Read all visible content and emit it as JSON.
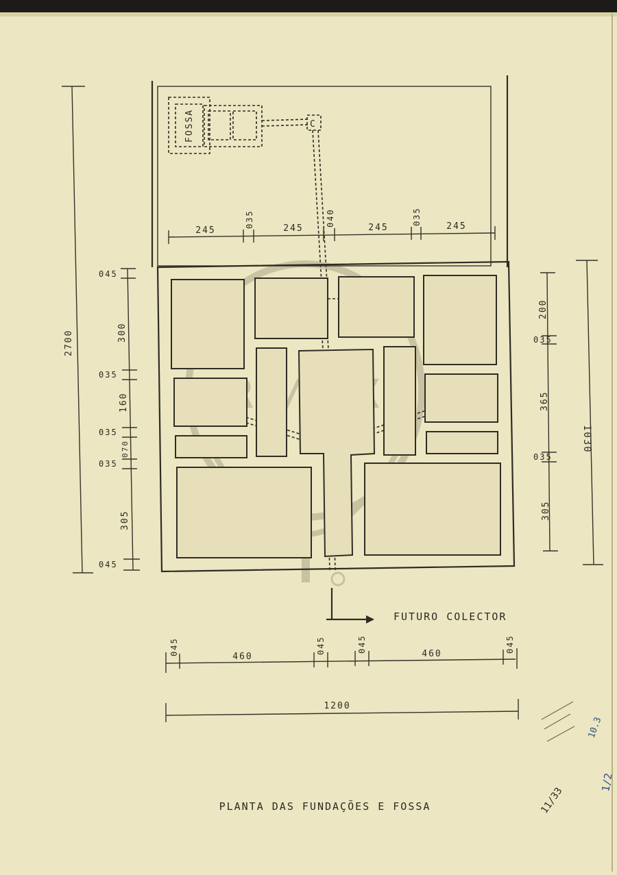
{
  "drawing": {
    "title": "PLANTA DAS FUNDAÇÕES E FOSSA",
    "fossa_label": "FOSSA",
    "collector_label": "FUTURO COLECTOR",
    "watermark_text": "RE/MAX",
    "manhole_mark": "C"
  },
  "dimensions": {
    "top_row": [
      "245",
      "035",
      "245",
      "040",
      "245",
      "035",
      "245"
    ],
    "total_height": "2700",
    "left_column": [
      "045",
      "300",
      "035",
      "160",
      "035",
      "070",
      "035",
      "305",
      "045"
    ],
    "right_column": [
      "200",
      "035",
      "365",
      "035",
      "305"
    ],
    "right_total": "1030",
    "bottom_row": [
      "045",
      "460",
      "045",
      "045",
      "460",
      "045"
    ],
    "bottom_total": "1200"
  },
  "handwritten": {
    "note_a": "10.3",
    "note_b": "1/2",
    "note_c": "11/33"
  },
  "colors": {
    "paper": "#ece6c2",
    "ink": "#2f2c25",
    "border_dark": "#1d1b17"
  }
}
